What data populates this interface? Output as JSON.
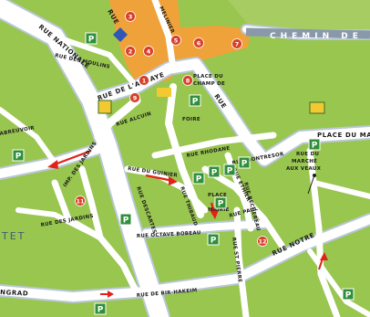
{
  "streets": {
    "nationale": "RUE NATIONALE",
    "moulins": "RUE DES MOULINS",
    "abbaye": "RUE DE L'ABBAYE",
    "alcuin": "RUE ALCUIN",
    "rhodane": "RUE RHODANE",
    "montresor": "RUE MONTRESOR",
    "marche_veaux": [
      "RUE DU",
      "MARCHÉ",
      "AUX VEAUX"
    ],
    "place_marche": "PLACE DU MA",
    "place_champ": [
      "PLACE DU",
      "CHAMP DE"
    ],
    "foire": "FOIRE",
    "chemin": "CHEMIN DE",
    "melinier": "MELINIER",
    "abreuvoir": "ABREUVOIR",
    "jardins": "IMP. DES JARDINS",
    "rue_jardins": "RUE DES JARDINS",
    "guinier": "RUE DU GUINIER",
    "descartes": "RUE DESCARTES",
    "thibaud": "RUE THIBAUD",
    "ethier": "RUE ETHIER",
    "bechereau": "RUE BECHEREAU",
    "paul": "RUE PAUL",
    "place_mairie": [
      "PLACE",
      "MAIRIE"
    ],
    "octave": "RUE OCTAVE BOBEAU",
    "st_pierre": "RUE ST PIERRE",
    "notre": "RUE NOTRE",
    "hakeim": "RUE DE BIR-HAKEIM",
    "grad": "NGRAD",
    "tet": "TET",
    "rue_top": "RUE"
  },
  "pois": [
    {
      "num": "3"
    },
    {
      "num": "2"
    },
    {
      "num": "4"
    },
    {
      "num": "5"
    },
    {
      "num": "6"
    },
    {
      "num": "7"
    },
    {
      "num": "1"
    },
    {
      "num": "8"
    },
    {
      "num": "9"
    },
    {
      "num": "11"
    },
    {
      "num": "12"
    }
  ],
  "parking_label": "P",
  "colors": {
    "land": "#98c64f",
    "road": "#ffffff",
    "poi": "#d8402a",
    "parking": "#2f8f3a",
    "direction_arrow": "#e32119",
    "info": "#f2c930"
  }
}
